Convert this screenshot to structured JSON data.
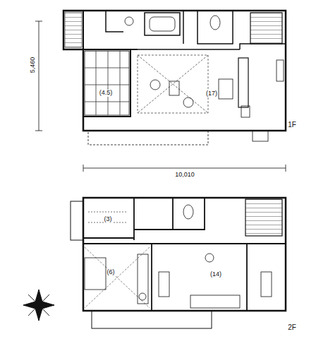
{
  "diagram": {
    "labels": [
      "5,460",
      "(4.5)",
      "(17)",
      "1F",
      "10,010",
      "(3)",
      "(6)",
      "(14)",
      "2F"
    ]
  }
}
